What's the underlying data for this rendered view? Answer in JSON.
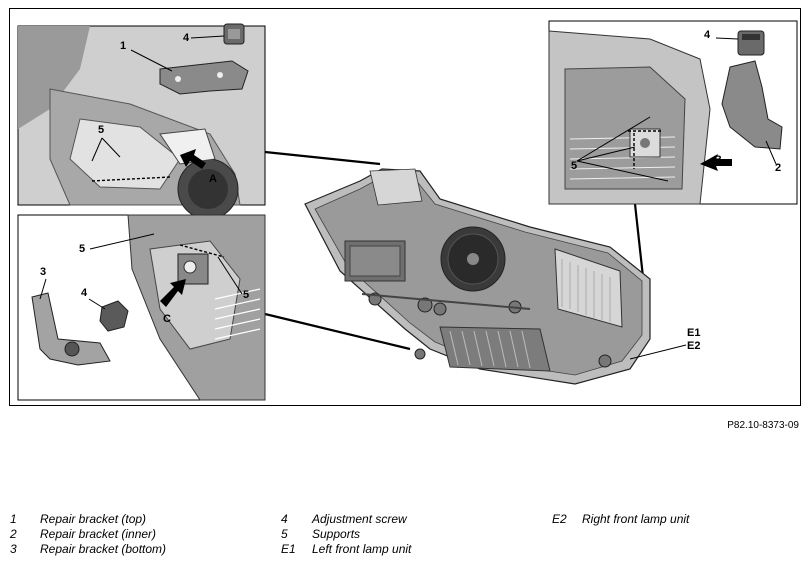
{
  "figure": {
    "callouts": {
      "label_1": "1",
      "label_2": "2",
      "label_3": "3",
      "label_4_top_left": "4",
      "label_4_top_right": "4",
      "label_4_bottom_left": "4",
      "label_5_top_left": "5",
      "label_5_top_right": "5",
      "label_5_bottom_left_a": "5",
      "label_5_bottom_left_b": "5",
      "label_A": "A",
      "label_B": "B",
      "label_C": "C",
      "label_E1": "E1",
      "label_E2": "E2"
    },
    "reference": "P82.10-8373-09"
  },
  "legend": [
    {
      "code": "1",
      "text": "Repair bracket (top)"
    },
    {
      "code": "2",
      "text": "Repair bracket (inner)"
    },
    {
      "code": "3",
      "text": "Repair bracket (bottom)"
    },
    {
      "code": "4",
      "text": "Adjustment screw"
    },
    {
      "code": "5",
      "text": "Supports"
    },
    {
      "code": "E1",
      "text": "Left front lamp unit"
    },
    {
      "code": "E2",
      "text": "Right front lamp unit"
    }
  ],
  "colors": {
    "line": "#000000",
    "photo_dark": "#555555",
    "photo_mid": "#9a9a9a",
    "photo_light": "#d6d6d6"
  }
}
